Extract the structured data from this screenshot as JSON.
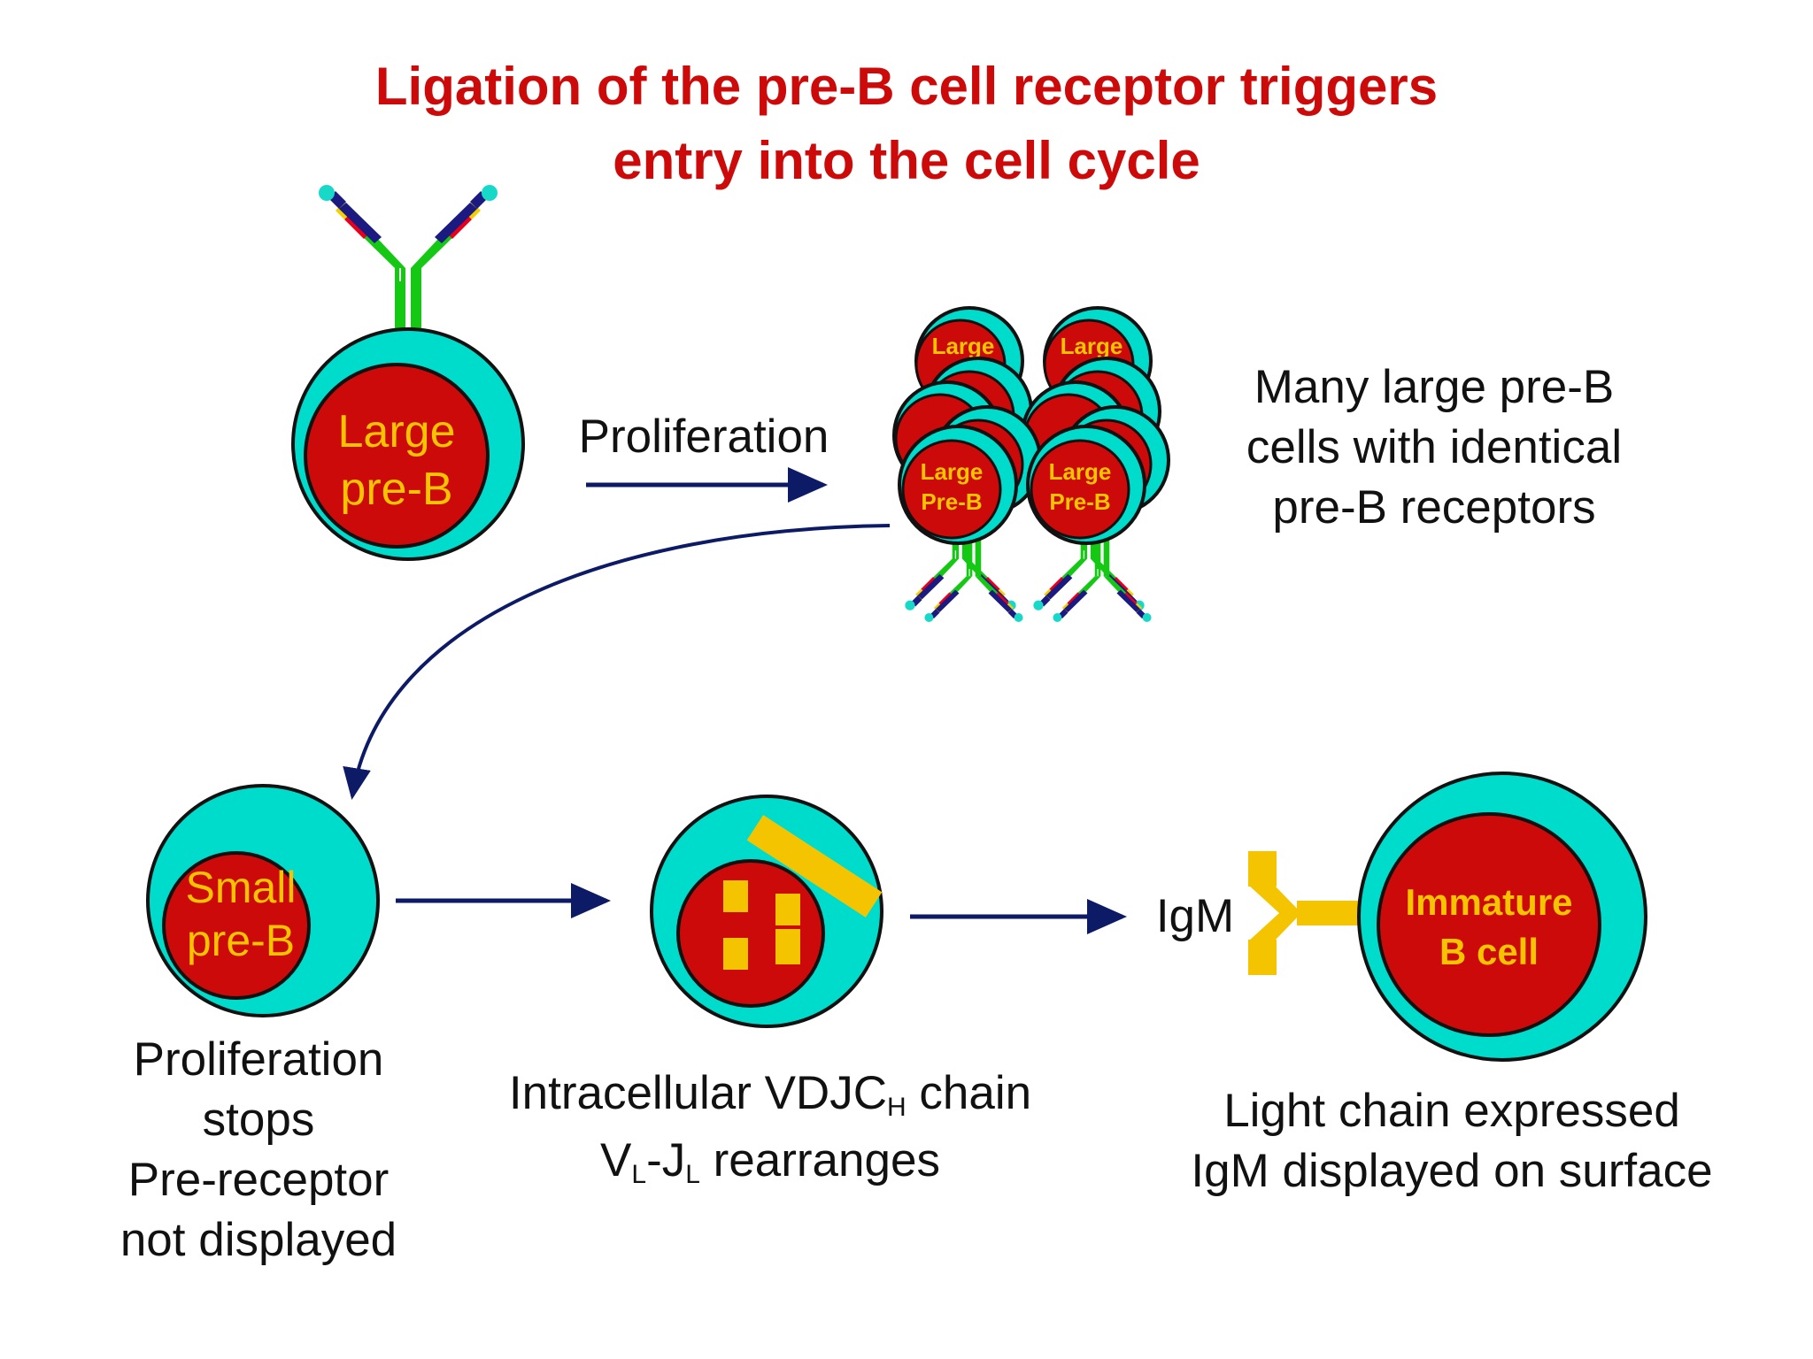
{
  "title": {
    "line1": "Ligation of the pre-B cell receptor triggers",
    "line2": "entry into the cell cycle"
  },
  "cells": {
    "large_preb_top": "Large",
    "large_preb_bottom": "pre-B",
    "clone_top": "Large",
    "clone_bottom": "Pre-B",
    "small_preb_top": "Small",
    "small_preb_bottom": "pre-B",
    "immature_top": "Immature",
    "immature_bottom": "B cell"
  },
  "labels": {
    "proliferation": "Proliferation",
    "igm": "IgM",
    "many_large": [
      "Many large pre-B",
      "cells with identical",
      "pre-B receptors"
    ],
    "small_caption": [
      "Proliferation",
      "stops",
      "Pre-receptor",
      "not displayed"
    ],
    "intracellular_main": "Intracellular VDJC",
    "intracellular_sub": "H",
    "intracellular_tail": " chain",
    "vj_v": "V",
    "vj_v_sub": "L",
    "vj_dash": "-J",
    "vj_j_sub": "L",
    "vj_tail": " rearranges",
    "light_chain": [
      "Light chain expressed",
      "IgM displayed on surface"
    ]
  },
  "colors": {
    "title": "#cc0a0a",
    "cytoplasm": "#00dccc",
    "nucleus": "#cc0a0a",
    "label_yellow": "#f5c400",
    "arrow": "#0d1a66",
    "receptor_green": "#14c814",
    "receptor_red": "#e8001a",
    "receptor_yellow": "#f5d000",
    "receptor_navy": "#1a1a80",
    "receptor_teal": "#18d8c8"
  }
}
